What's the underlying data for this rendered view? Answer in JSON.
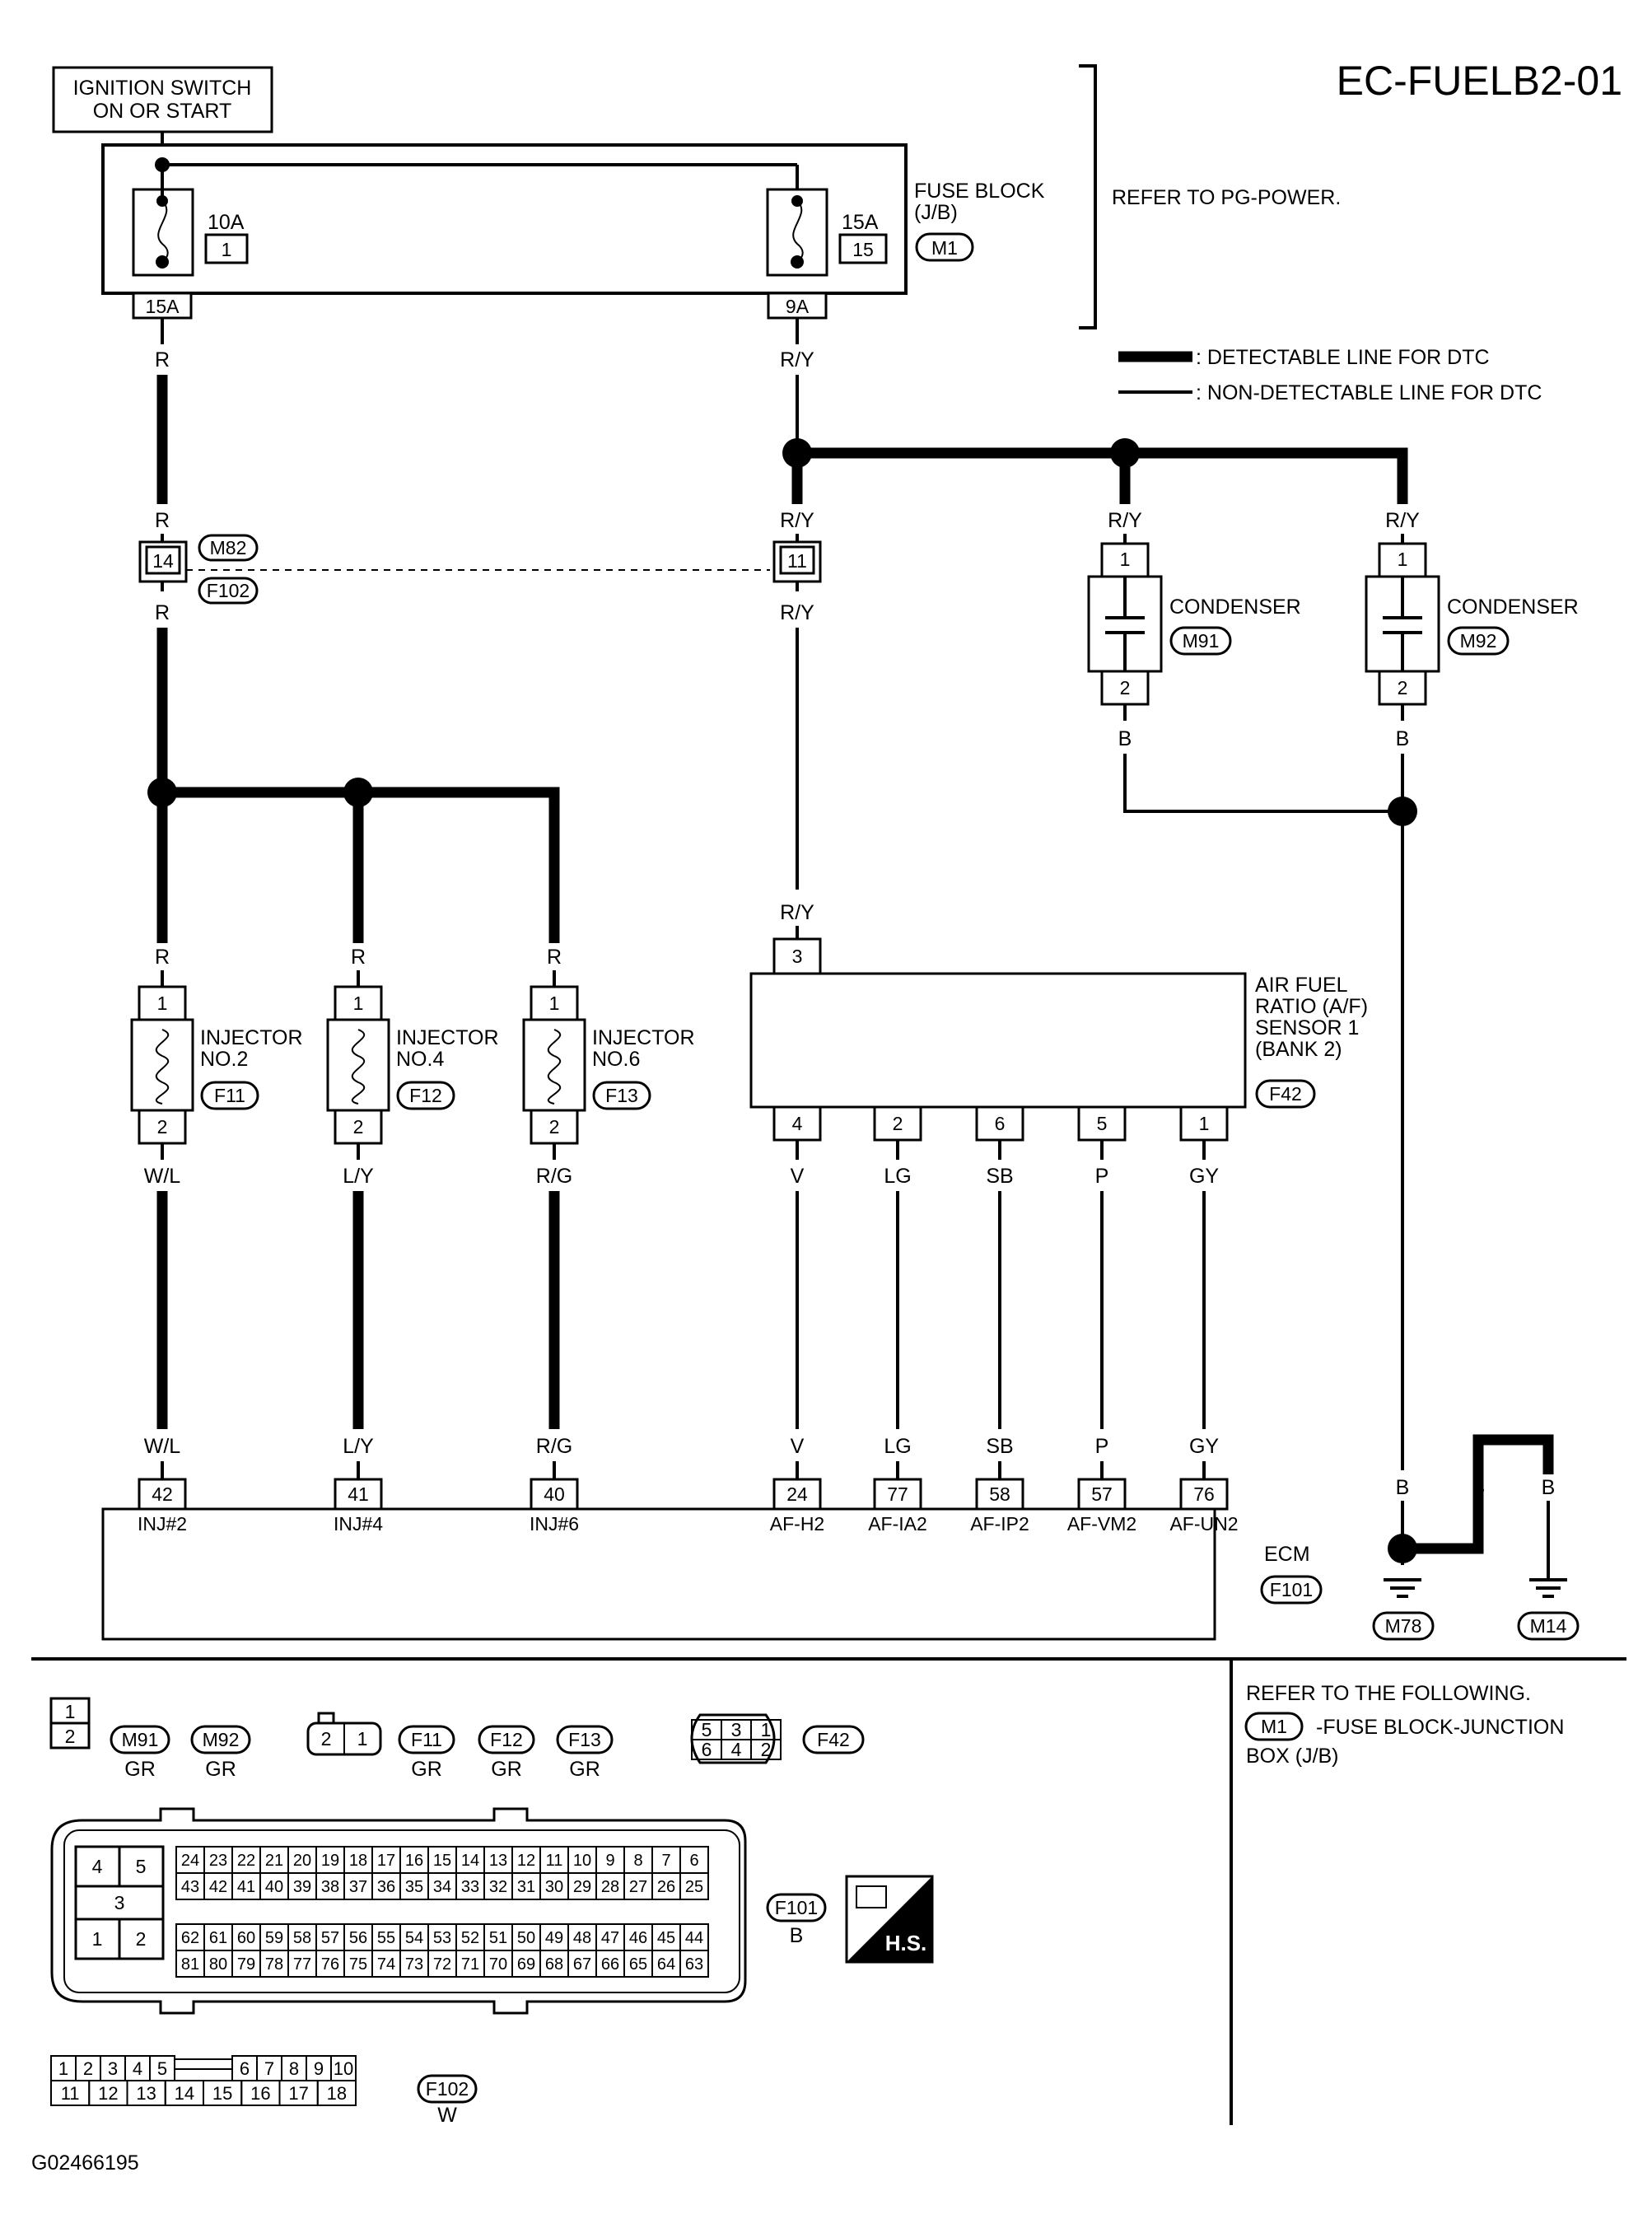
{
  "title": "EC-FUELB2-01",
  "ignition": {
    "label_lines": [
      "IGNITION SWITCH",
      "ON OR START"
    ]
  },
  "fuse_block": {
    "label_lines": [
      "FUSE BLOCK",
      "(J/B)"
    ],
    "connector": "M1",
    "fuse_left": {
      "amp": "10A",
      "num": "1",
      "terminal": "15A"
    },
    "fuse_right": {
      "amp": "15A",
      "num": "15",
      "terminal": "9A"
    },
    "refer": "REFER TO PG-POWER."
  },
  "legend": {
    "detectable": ": DETECTABLE LINE FOR DTC",
    "non_detectable": ": NON-DETECTABLE LINE FOR DTC"
  },
  "wires": {
    "R": "R",
    "RY": "R/Y",
    "B": "B",
    "WL": "W/L",
    "LY": "L/Y",
    "RG": "R/G",
    "V": "V",
    "LG": "LG",
    "SB": "SB",
    "P": "P",
    "GY": "GY"
  },
  "junction": {
    "left_pin": "14",
    "right_pin": "11",
    "conn_top": "M82",
    "conn_bottom": "F102"
  },
  "condensers": [
    {
      "name": "CONDENSER",
      "conn": "M91",
      "pin_top": "1",
      "pin_bottom": "2"
    },
    {
      "name": "CONDENSER",
      "conn": "M92",
      "pin_top": "1",
      "pin_bottom": "2"
    }
  ],
  "injectors": [
    {
      "lines": [
        "INJECTOR",
        "NO.2"
      ],
      "conn": "F11",
      "pin_top": "1",
      "pin_bottom": "2"
    },
    {
      "lines": [
        "INJECTOR",
        "NO.4"
      ],
      "conn": "F12",
      "pin_top": "1",
      "pin_bottom": "2"
    },
    {
      "lines": [
        "INJECTOR",
        "NO.6"
      ],
      "conn": "F13",
      "pin_top": "1",
      "pin_bottom": "2"
    }
  ],
  "af_sensor": {
    "lines": [
      "AIR FUEL",
      "RATIO (A/F)",
      "SENSOR 1",
      "(BANK 2)"
    ],
    "conn": "F42",
    "pin_top": "3",
    "pins_bottom": [
      "4",
      "2",
      "6",
      "5",
      "1"
    ]
  },
  "ecm": {
    "label": "ECM",
    "conn": "F101",
    "pins": [
      {
        "num": "42",
        "name": "INJ#2"
      },
      {
        "num": "41",
        "name": "INJ#4"
      },
      {
        "num": "40",
        "name": "INJ#6"
      },
      {
        "num": "24",
        "name": "AF-H2"
      },
      {
        "num": "77",
        "name": "AF-IA2"
      },
      {
        "num": "58",
        "name": "AF-IP2"
      },
      {
        "num": "57",
        "name": "AF-VM2"
      },
      {
        "num": "76",
        "name": "AF-UN2"
      }
    ]
  },
  "grounds": [
    "M78",
    "M14"
  ],
  "refer_box": {
    "heading": "REFER TO THE FOLLOWING.",
    "conn": "M1",
    "text": "-FUSE BLOCK-JUNCTION",
    "text2": "BOX (J/B)"
  },
  "connector_views": {
    "cond": {
      "pins": [
        "1",
        "2"
      ],
      "conns": [
        "M91",
        "M92"
      ],
      "color": "GR"
    },
    "inj": {
      "pins": [
        "2",
        "1"
      ],
      "conns": [
        "F11",
        "F12",
        "F13"
      ],
      "color": "GR"
    },
    "af": {
      "top": [
        "5",
        "3",
        "1"
      ],
      "bottom": [
        "6",
        "4",
        "2"
      ],
      "conn": "F42"
    },
    "ecm": {
      "conn": "F101",
      "color": "B",
      "block": [
        "4",
        "5",
        "3",
        "1",
        "2"
      ],
      "row1": [
        "24",
        "23",
        "22",
        "21",
        "20",
        "19",
        "18",
        "17",
        "16",
        "15",
        "14",
        "13",
        "12",
        "11",
        "10",
        "9",
        "8",
        "7",
        "6"
      ],
      "row2": [
        "43",
        "42",
        "41",
        "40",
        "39",
        "38",
        "37",
        "36",
        "35",
        "34",
        "33",
        "32",
        "31",
        "30",
        "29",
        "28",
        "27",
        "26",
        "25"
      ],
      "row3": [
        "62",
        "61",
        "60",
        "59",
        "58",
        "57",
        "56",
        "55",
        "54",
        "53",
        "52",
        "51",
        "50",
        "49",
        "48",
        "47",
        "46",
        "45",
        "44"
      ],
      "row4": [
        "81",
        "80",
        "79",
        "78",
        "77",
        "76",
        "75",
        "74",
        "73",
        "72",
        "71",
        "70",
        "69",
        "68",
        "67",
        "66",
        "65",
        "64",
        "63"
      ]
    },
    "f102": {
      "conn": "F102",
      "color": "W",
      "top": [
        "1",
        "2",
        "3",
        "4",
        "5",
        "6",
        "7",
        "8",
        "9",
        "10"
      ],
      "bottom": [
        "11",
        "12",
        "13",
        "14",
        "15",
        "16",
        "17",
        "18"
      ]
    },
    "hs": "H.S."
  },
  "code": "G02466195"
}
